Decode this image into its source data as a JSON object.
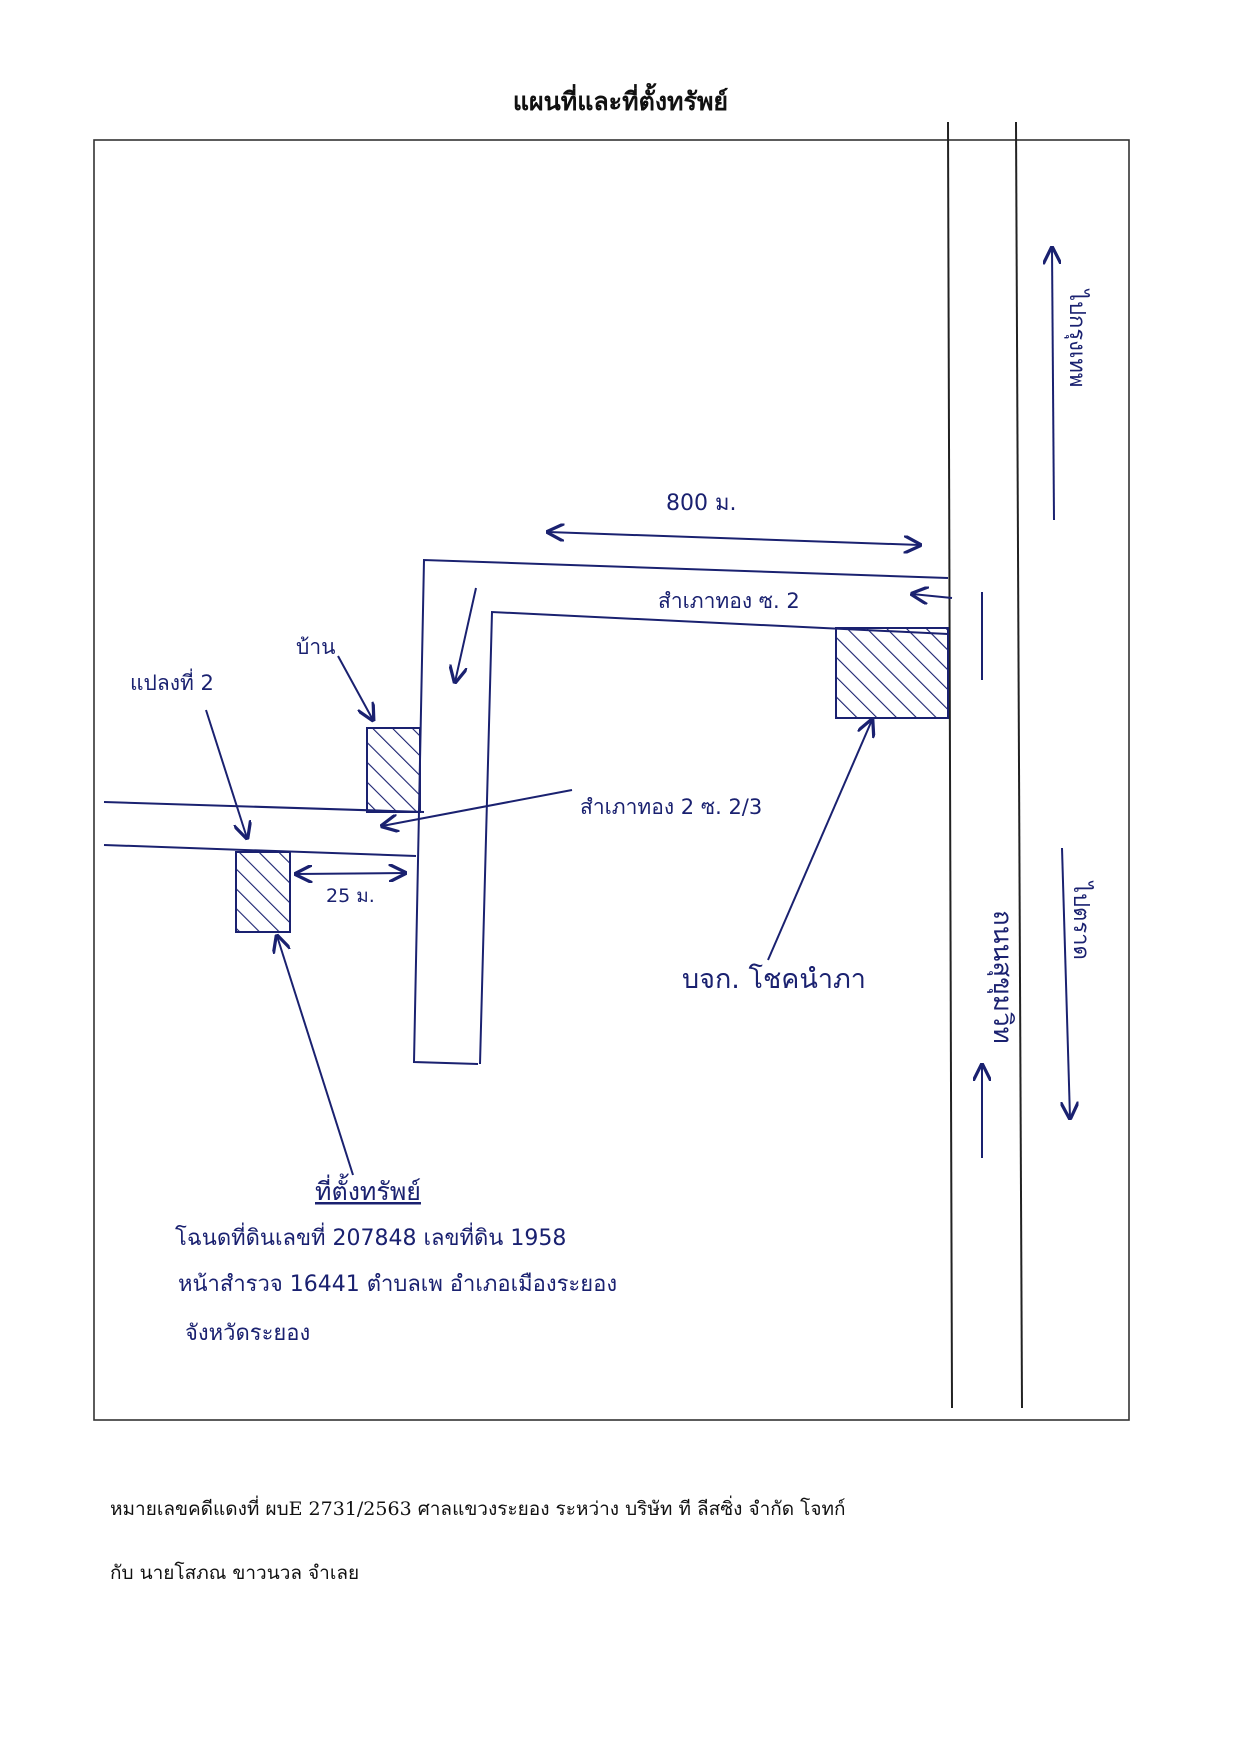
{
  "title": "แผนที่และที่ตั้งทรัพย์",
  "labels": {
    "distance_800": "800 ม.",
    "soi_2": "สำเภาทอง ซ. 2",
    "house": "บ้าน",
    "plot_2": "แปลงที่ 2",
    "soi_2_3": "สำเภาทอง 2 ซ. 2/3",
    "distance_25": "25 ม.",
    "company": "บจก. โชคนำภา",
    "road_name": "ถนนสุขุมวิท",
    "to_bangkok": "ไปกรุงเทพ",
    "to_trat": "ไปตราด"
  },
  "location": {
    "heading": "ที่ตั้งทรัพย์",
    "line1": "โฉนดที่ดินเลขที่ 207848 เลขที่ดิน 1958",
    "line2": "หน้าสำรวจ 16441 ตำบลเพ อำเภอเมืองระยอง",
    "line3": "จังหวัดระยอง"
  },
  "footer": {
    "line1": "หมายเลขคดีแดงที่ ผบE 2731/2563 ศาลแขวงระยอง ระหว่าง บริษัท ที ลีสซิ่ง จำกัด โจทก์",
    "line2": "กับ นายโสภณ ขาวนวล จำเลย"
  },
  "colors": {
    "ink": "#1a2170",
    "frame": "#333333"
  }
}
